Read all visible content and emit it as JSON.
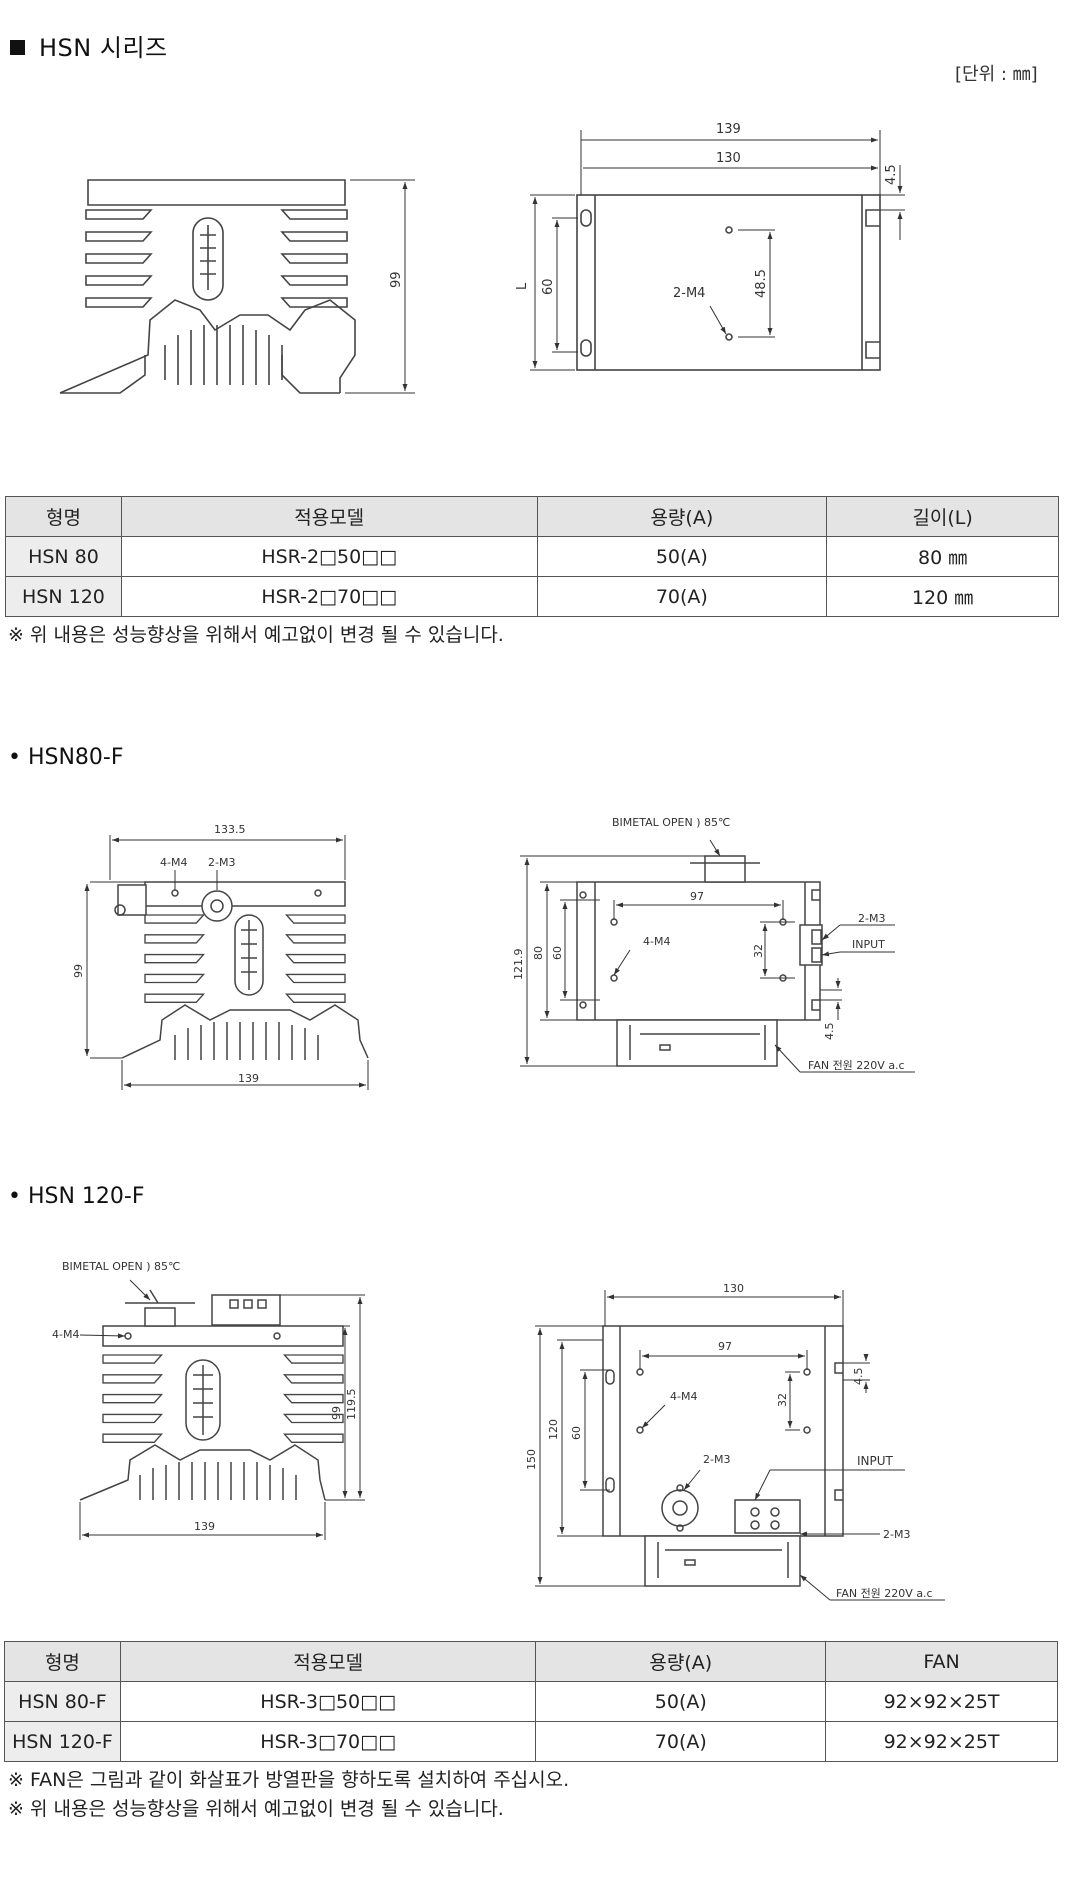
{
  "section1": {
    "title": "HSN 시리즈",
    "unit": "[단위 : ㎜]",
    "dims": {
      "w139": "139",
      "w130": "130",
      "h4_5": "4.5",
      "h99": "99",
      "L": "L",
      "h60": "60",
      "h48_5": "48.5",
      "m4": "2-M4"
    },
    "table": {
      "headers": [
        "형명",
        "적용모델",
        "용량(A)",
        "길이(L)"
      ],
      "rows": [
        [
          "HSN 80",
          "HSR-2□50□□",
          "50(A)",
          "80 ㎜"
        ],
        [
          "HSN 120",
          "HSR-2□70□□",
          "70(A)",
          "120 ㎜"
        ]
      ]
    },
    "note": "※ 위 내용은 성능향상을 위해서 예고없이 변경 될 수 있습니다."
  },
  "section2": {
    "title": "• HSN80-F",
    "dims": {
      "w133_5": "133.5",
      "m4": "4-M4",
      "m3": "2-M3",
      "h99": "99",
      "w139": "139",
      "bimetal": "BIMETAL OPEN ) 85℃",
      "w97": "97",
      "r_m3": "2-M3",
      "input": "INPUT",
      "r_m4": "4-M4",
      "h32": "32",
      "h121_9": "121.9",
      "h80": "80",
      "h60": "60",
      "h4_5": "4.5",
      "fan": "FAN 전원 220V a.c"
    }
  },
  "section3": {
    "title": "• HSN 120-F",
    "dims": {
      "bimetal": "BIMETAL OPEN ) 85℃",
      "m4": "4-M4",
      "h119_5": "119.5",
      "h99": "99",
      "w139": "139",
      "w130": "130",
      "w97": "97",
      "r_m4": "4-M4",
      "h32": "32",
      "h4_5": "4.5",
      "h150": "150",
      "h120": "120",
      "h60": "60",
      "r_m3a": "2-M3",
      "input": "INPUT",
      "r_m3b": "2-M3",
      "fan": "FAN 전원 220V a.c"
    },
    "table": {
      "headers": [
        "형명",
        "적용모델",
        "용량(A)",
        "FAN"
      ],
      "rows": [
        [
          "HSN 80-F",
          "HSR-3□50□□",
          "50(A)",
          "92×92×25T"
        ],
        [
          "HSN 120-F",
          "HSR-3□70□□",
          "70(A)",
          "92×92×25T"
        ]
      ]
    },
    "notes": [
      "※ FAN은 그림과 같이 화살표가 방열판을 향하도록 설치하여 주십시오.",
      "※ 위 내용은 성능향상을 위해서 예고없이 변경 될 수 있습니다."
    ]
  }
}
